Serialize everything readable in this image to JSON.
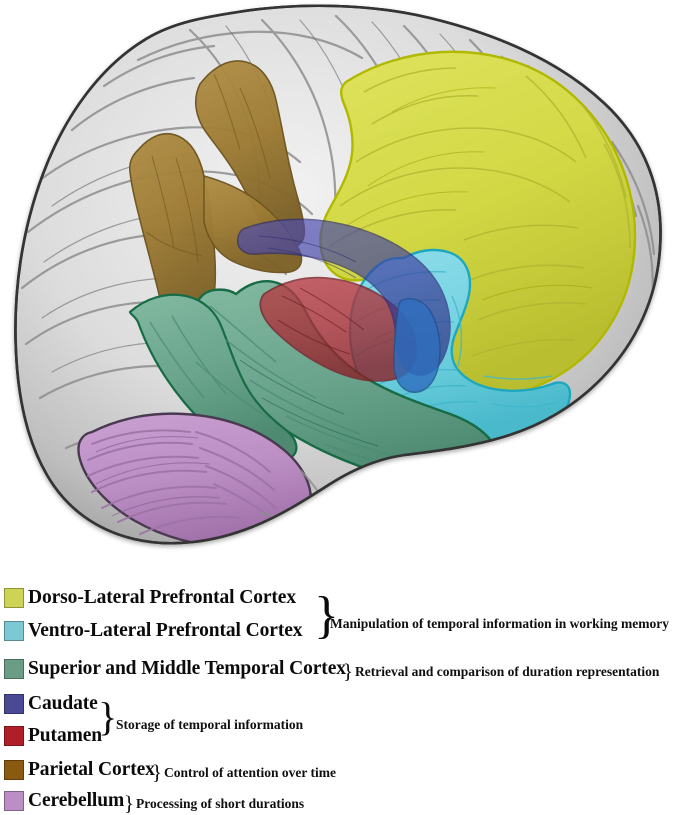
{
  "figure": {
    "type": "brain-anatomy-diagram",
    "view": "lateral surface rendering of human cerebral hemisphere with highlighted regions"
  },
  "colors": {
    "background": "#ffffff",
    "cortex_light": "#e3e3e3",
    "cortex_mid": "#c9c9c9",
    "cortex_dark": "#9a9a9a",
    "outline": "#2a2a2a",
    "dlpfc": "#d2d844",
    "dlpfc_outline": "#b0b800",
    "vlpfc": "#72d2e0",
    "vlpfc_outline": "#1fa8bd",
    "temporal": "#6aa48d",
    "temporal_outline": "#176b45",
    "caudate": "#3d3d9e",
    "caudate_outline": "#2a2a78",
    "putamen": "#a8323a",
    "putamen_outline": "#7d2028",
    "parietal": "#9b7a33",
    "parietal_outline": "#6e5520",
    "cerebellum": "#bb8ec4",
    "cerebellum_outline": "#4a3a50",
    "swatch_dlpfc": "#cdd455",
    "swatch_vlpfc": "#7cc8d3",
    "swatch_temporal": "#6b9c86",
    "swatch_caudate": "#4a4a94",
    "swatch_putamen": "#b01e28",
    "swatch_parietal": "#8a5a10",
    "swatch_cerebellum": "#bb8ec4"
  },
  "legend": {
    "brace_glyph": "}",
    "items": [
      {
        "id": "dlpfc",
        "label": "Dorso-Lateral Prefrontal Cortex"
      },
      {
        "id": "vlpfc",
        "label": "Ventro-Lateral Prefrontal Cortex"
      },
      {
        "id": "temporal",
        "label": "Superior and Middle Temporal Cortex"
      },
      {
        "id": "caudate",
        "label": "Caudate"
      },
      {
        "id": "putamen",
        "label": "Putamen"
      },
      {
        "id": "parietal",
        "label": "Parietal Cortex"
      },
      {
        "id": "cerebellum",
        "label": "Cerebellum"
      }
    ],
    "functions": [
      {
        "id": "fn-prefrontal",
        "text": "Manipulation of temporal information in working memory",
        "covers": [
          "dlpfc",
          "vlpfc"
        ]
      },
      {
        "id": "fn-temporal",
        "text": "Retrieval and comparison of duration representation",
        "covers": [
          "temporal"
        ]
      },
      {
        "id": "fn-striatum",
        "text": "Storage of temporal information",
        "covers": [
          "caudate",
          "putamen"
        ]
      },
      {
        "id": "fn-parietal",
        "text": "Control of attention over time",
        "covers": [
          "parietal"
        ]
      },
      {
        "id": "fn-cerebellum",
        "text": "Processing of short durations",
        "covers": [
          "cerebellum"
        ]
      }
    ]
  }
}
